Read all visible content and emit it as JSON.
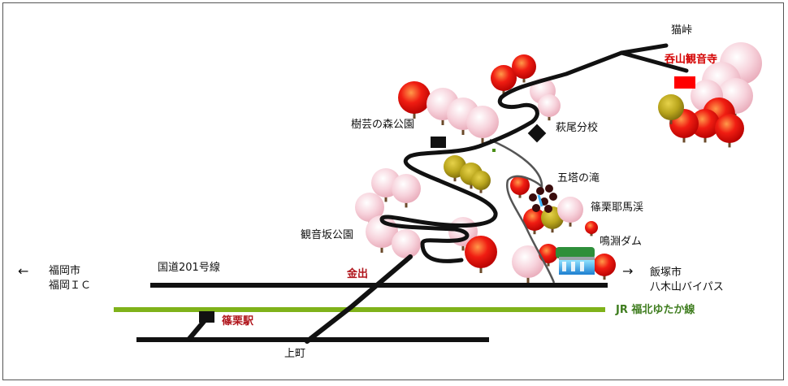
{
  "labels": {
    "nekotoge": "猫峠",
    "temple": "呑山観音寺",
    "hagio_school": "萩尾分校",
    "forest_park": "樹芸の森公園",
    "waterfall": "五塔の滝",
    "gorge": "篠栗耶馬渓",
    "dam": "鳴淵ダム",
    "kannonzaka": "観音坂公園",
    "kanade": "金出",
    "route201": "国道201号線",
    "fukuoka_city": "福岡市",
    "fukuoka_ic": "福岡ＩＣ",
    "iizuka": "飯塚市",
    "yakiyama": "八木山バイパス",
    "jr_line": "JR 福北ゆたか線",
    "sasaguri_station": "篠栗駅",
    "kamimachi": "上町"
  },
  "arrows": {
    "left": "←",
    "right": "→"
  },
  "colors": {
    "road": "#111111",
    "rail": "#7fb21a",
    "temple_marker": "#ff0000",
    "sakura": "#f4c6d2",
    "autumn_red": "#e01010",
    "autumn_yellow": "#b8a21c"
  }
}
